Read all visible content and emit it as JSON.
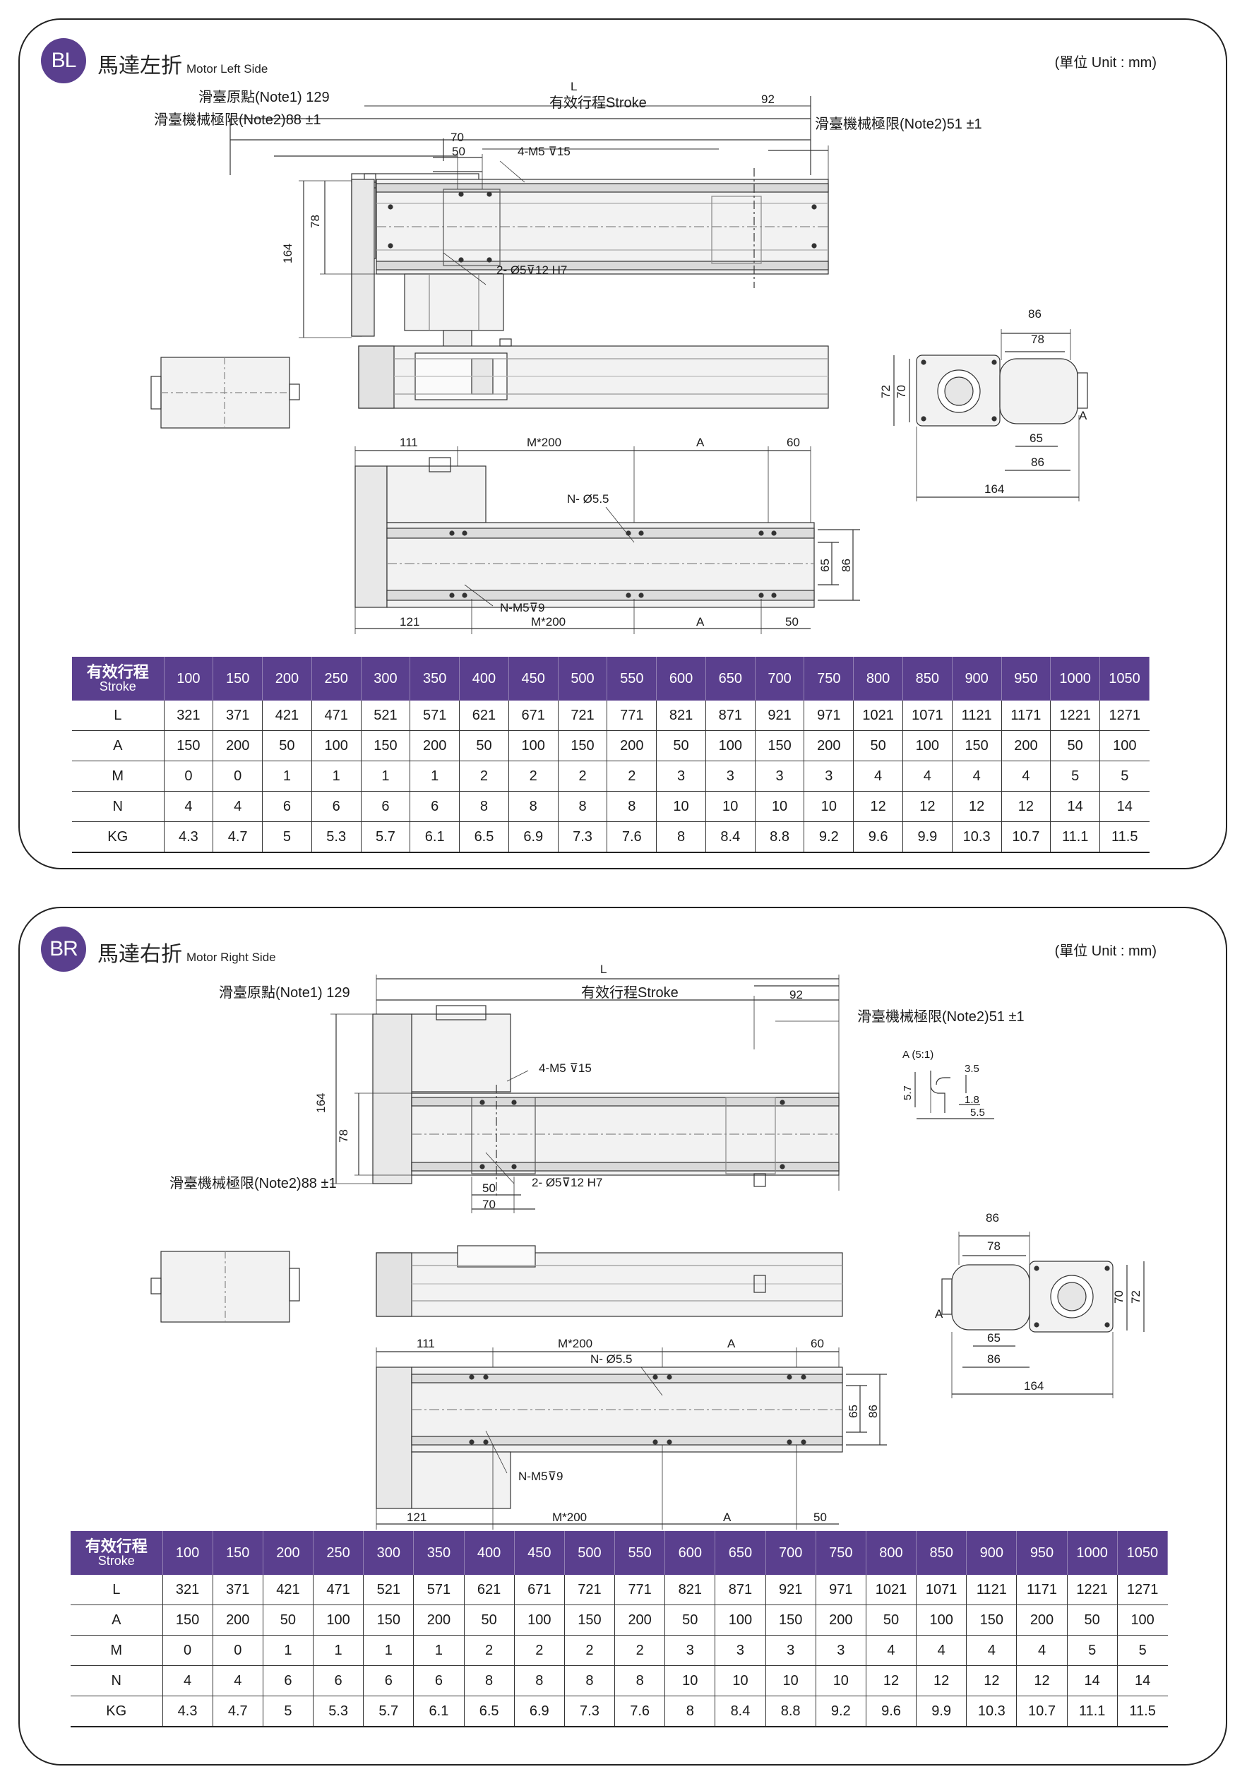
{
  "unit_label": "(單位 Unit : mm)",
  "panels": [
    {
      "id": "bl",
      "badge": "BL",
      "title_zh": "馬達左折",
      "title_en": "Motor Left Side",
      "dims": {
        "L": "L",
        "stroke": "有效行程Stroke",
        "origin": "滑臺原點(Note1) 129",
        "limit_left": "滑臺機械極限(Note2)88 ±1",
        "limit_right": "滑臺機械極限(Note2)51 ±1",
        "d92": "92",
        "d70": "70",
        "d50": "50",
        "tap": "4-M5",
        "tap_depth": "15",
        "pin": "2- Ø5",
        "pin_depth": "12 H7",
        "d164": "164",
        "d78": "78",
        "e86": "86",
        "e78": "78",
        "e72": "72",
        "e70": "70",
        "e65": "65",
        "e86b": "86",
        "e164": "164",
        "eA": "A",
        "b111": "111",
        "bM200": "M*200",
        "bA": "A",
        "b60": "60",
        "hole": "N- Ø5.5",
        "b65": "65",
        "b86": "86",
        "tapN": "N-M5",
        "tapN_depth": "9",
        "b121": "121",
        "bM200b": "M*200",
        "bAb": "A",
        "b50": "50"
      },
      "table": {
        "header_zh": "有效行程",
        "header_en": "Stroke",
        "strokes": [
          "100",
          "150",
          "200",
          "250",
          "300",
          "350",
          "400",
          "450",
          "500",
          "550",
          "600",
          "650",
          "700",
          "750",
          "800",
          "850",
          "900",
          "950",
          "1000",
          "1050"
        ],
        "rows": [
          {
            "label": "L",
            "values": [
              "321",
              "371",
              "421",
              "471",
              "521",
              "571",
              "621",
              "671",
              "721",
              "771",
              "821",
              "871",
              "921",
              "971",
              "1021",
              "1071",
              "1121",
              "1171",
              "1221",
              "1271"
            ]
          },
          {
            "label": "A",
            "values": [
              "150",
              "200",
              "50",
              "100",
              "150",
              "200",
              "50",
              "100",
              "150",
              "200",
              "50",
              "100",
              "150",
              "200",
              "50",
              "100",
              "150",
              "200",
              "50",
              "100"
            ]
          },
          {
            "label": "M",
            "values": [
              "0",
              "0",
              "1",
              "1",
              "1",
              "1",
              "2",
              "2",
              "2",
              "2",
              "3",
              "3",
              "3",
              "3",
              "4",
              "4",
              "4",
              "4",
              "5",
              "5"
            ]
          },
          {
            "label": "N",
            "values": [
              "4",
              "4",
              "6",
              "6",
              "6",
              "6",
              "8",
              "8",
              "8",
              "8",
              "10",
              "10",
              "10",
              "10",
              "12",
              "12",
              "12",
              "12",
              "14",
              "14"
            ]
          },
          {
            "label": "KG",
            "values": [
              "4.3",
              "4.7",
              "5",
              "5.3",
              "5.7",
              "6.1",
              "6.5",
              "6.9",
              "7.3",
              "7.6",
              "8",
              "8.4",
              "8.8",
              "9.2",
              "9.6",
              "9.9",
              "10.3",
              "10.7",
              "11.1",
              "11.5"
            ]
          }
        ]
      }
    },
    {
      "id": "br",
      "badge": "BR",
      "title_zh": "馬達右折",
      "title_en": "Motor Right Side",
      "dims": {
        "L": "L",
        "stroke": "有效行程Stroke",
        "origin": "滑臺原點(Note1) 129",
        "limit_left": "滑臺機械極限(Note2)88 ±1",
        "limit_right": "滑臺機械極限(Note2)51 ±1",
        "d92": "92",
        "d70": "70",
        "d50": "50",
        "tap": "4-M5",
        "tap_depth": "15",
        "pin": "2- Ø5",
        "pin_depth": "12 H7",
        "d164": "164",
        "d78": "78",
        "detail": "A (5:1)",
        "dt35": "3.5",
        "dt57": "5.7",
        "dt18": "1.8",
        "dt55": "5.5",
        "e86": "86",
        "e78": "78",
        "e72": "72",
        "e70": "70",
        "e65": "65",
        "e86b": "86",
        "e164": "164",
        "eA": "A",
        "b111": "111",
        "bM200": "M*200",
        "bA": "A",
        "b60": "60",
        "hole": "N- Ø5.5",
        "b65": "65",
        "b86": "86",
        "tapN": "N-M5",
        "tapN_depth": "9",
        "b121": "121",
        "bM200b": "M*200",
        "bAb": "A",
        "b50": "50"
      },
      "table": {
        "header_zh": "有效行程",
        "header_en": "Stroke",
        "strokes": [
          "100",
          "150",
          "200",
          "250",
          "300",
          "350",
          "400",
          "450",
          "500",
          "550",
          "600",
          "650",
          "700",
          "750",
          "800",
          "850",
          "900",
          "950",
          "1000",
          "1050"
        ],
        "rows": [
          {
            "label": "L",
            "values": [
              "321",
              "371",
              "421",
              "471",
              "521",
              "571",
              "621",
              "671",
              "721",
              "771",
              "821",
              "871",
              "921",
              "971",
              "1021",
              "1071",
              "1121",
              "1171",
              "1221",
              "1271"
            ]
          },
          {
            "label": "A",
            "values": [
              "150",
              "200",
              "50",
              "100",
              "150",
              "200",
              "50",
              "100",
              "150",
              "200",
              "50",
              "100",
              "150",
              "200",
              "50",
              "100",
              "150",
              "200",
              "50",
              "100"
            ]
          },
          {
            "label": "M",
            "values": [
              "0",
              "0",
              "1",
              "1",
              "1",
              "1",
              "2",
              "2",
              "2",
              "2",
              "3",
              "3",
              "3",
              "3",
              "4",
              "4",
              "4",
              "4",
              "5",
              "5"
            ]
          },
          {
            "label": "N",
            "values": [
              "4",
              "4",
              "6",
              "6",
              "6",
              "6",
              "8",
              "8",
              "8",
              "8",
              "10",
              "10",
              "10",
              "10",
              "12",
              "12",
              "12",
              "12",
              "14",
              "14"
            ]
          },
          {
            "label": "KG",
            "values": [
              "4.3",
              "4.7",
              "5",
              "5.3",
              "5.7",
              "6.1",
              "6.5",
              "6.9",
              "7.3",
              "7.6",
              "8",
              "8.4",
              "8.8",
              "9.2",
              "9.6",
              "9.9",
              "10.3",
              "10.7",
              "11.1",
              "11.5"
            ]
          }
        ]
      }
    }
  ]
}
